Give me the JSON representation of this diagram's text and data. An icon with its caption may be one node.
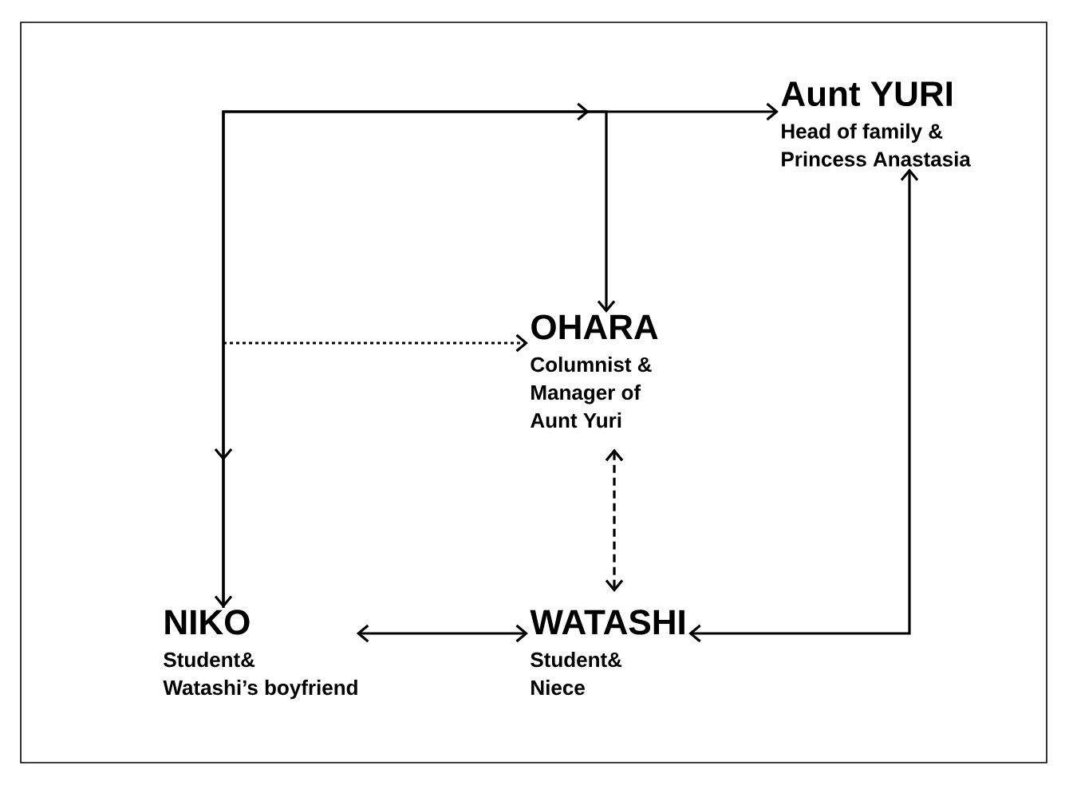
{
  "diagram": {
    "nodes": [
      {
        "text": [
          "Aunt YURI",
          "Head of family & Princess Anastasia"
        ]
      },
      {
        "text": [
          "OHARA",
          "Columnist & Manager of Aunt Yuri"
        ]
      },
      {
        "text": [
          "NIKO",
          "Student& Watashi’s boyfriend"
        ]
      },
      {
        "text": [
          "WATASHI",
          "Student& Niece"
        ]
      }
    ],
    "edges": [
      {
        "from": 2,
        "to": 0,
        "arrow": "both"
      },
      {
        "from": 2,
        "to": 1,
        "arrow": "to"
      },
      {
        "from": null,
        "to": 1,
        "arrow": "to",
        "style": "dashed"
      },
      {
        "from": 2,
        "to": 3,
        "arrow": "both"
      },
      {
        "from": 1,
        "to": 3,
        "arrow": "both",
        "style": "dashed"
      },
      {
        "from": 0,
        "to": 3,
        "arrow": "both"
      }
    ]
  }
}
